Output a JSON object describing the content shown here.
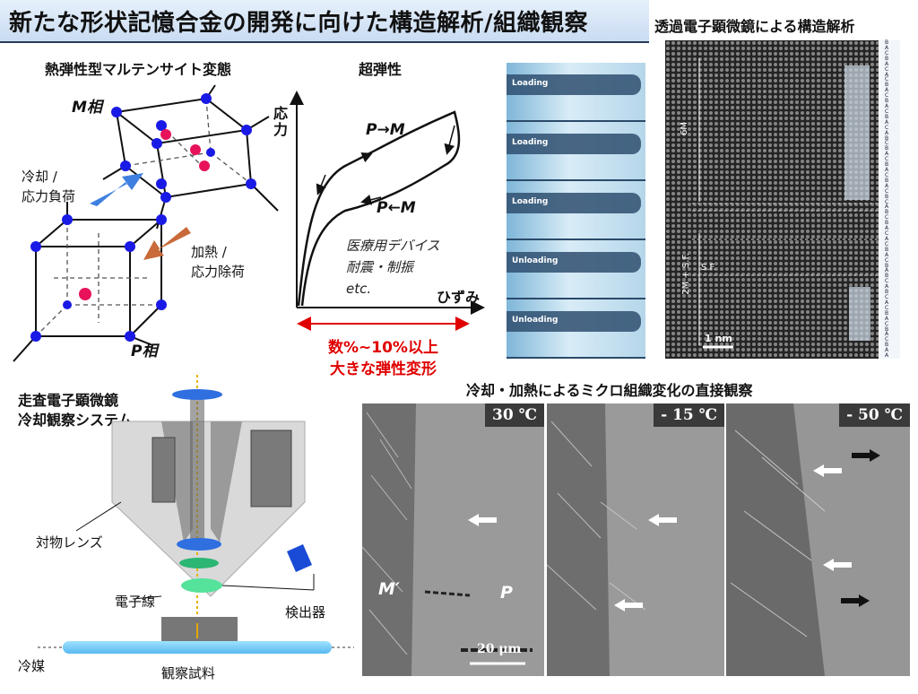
{
  "title": "新たな形状記憶合金の開発に向けた構造解析/組織観察",
  "sections": {
    "thermoelastic": "熱弾性型マルテンサイト変態",
    "superelastic": "超弾性",
    "tem": "透過電子顕微鏡による構造解析",
    "sem": "走査電子顕微鏡\n冷却観察システム",
    "micro": "冷却・加熱によるミクロ組織変化の直接観察"
  },
  "crystal": {
    "m_phase": "M相",
    "p_phase": "P相",
    "cool": "冷却 /\n応力負荷",
    "heat": "加熱 /\n応力除荷"
  },
  "curve": {
    "ylabel": "応力",
    "xlabel": "ひずみ",
    "forward": "P→M",
    "reverse": "P←M",
    "uses": "医療用デバイス\n耐震・制振\netc.",
    "strain_note": "数%~10%以上\n大きな弾性変形"
  },
  "loading_strip": [
    "Loading",
    "Loading",
    "Loading",
    "Unloading",
    "Unloading"
  ],
  "tem_labels": {
    "six_m": "6M",
    "two_m": "2M + S.F.",
    "sf": "S.F.",
    "scale": "1 nm"
  },
  "stacking": [
    "B",
    "A",
    "C",
    "B",
    "A",
    "C",
    "A",
    "C",
    "B",
    "A",
    "C",
    "B",
    "A",
    "C",
    "B",
    "A",
    "C",
    "A",
    "B",
    "C",
    "B",
    "A",
    "C",
    "B",
    "A",
    "C",
    "B",
    "A",
    "C",
    "B",
    "C",
    "A",
    "B",
    "C",
    "B",
    "A",
    "C",
    "A",
    "C",
    "B",
    "A",
    "C",
    "B",
    "A",
    "B",
    "C",
    "A",
    "B",
    "C",
    "A",
    "C",
    "B",
    "A",
    "C",
    "B",
    "A",
    "C",
    "B",
    "A",
    "A"
  ],
  "sem": {
    "objective": "対物レンズ",
    "beam": "電子線",
    "detector": "検出器",
    "coolant": "冷媒",
    "sample": "観察試料"
  },
  "micro": {
    "temps": [
      "30 ℃",
      "- 15 ℃",
      "- 50 ℃"
    ],
    "m_prime": "M′",
    "p": "P",
    "scale": "20 μm"
  },
  "colors": {
    "atom_blue": "#1a1ae6",
    "atom_red": "#e8125a",
    "arrow_blue": "#3f7fe0",
    "arrow_orange": "#c86a3a",
    "red_note": "#e00000"
  }
}
